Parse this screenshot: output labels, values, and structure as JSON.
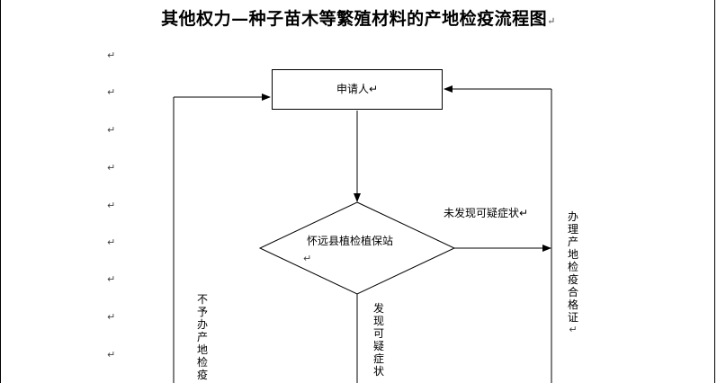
{
  "title": "其他权力—种子苗木等繁殖材料的产地检疫流程图",
  "title_mark": "↵",
  "para_mark": "↵",
  "nodes": {
    "applicant": "申请人↵",
    "station": "怀远县植检植保站",
    "station_mark": "↵"
  },
  "edges": {
    "not_found": "未发现可疑症状↵",
    "issue_certificate": "办理产地检疫合格证",
    "issue_certificate_mark": "↵",
    "found": "发现可疑症状",
    "not_issue": "不予办产地检疫"
  }
}
